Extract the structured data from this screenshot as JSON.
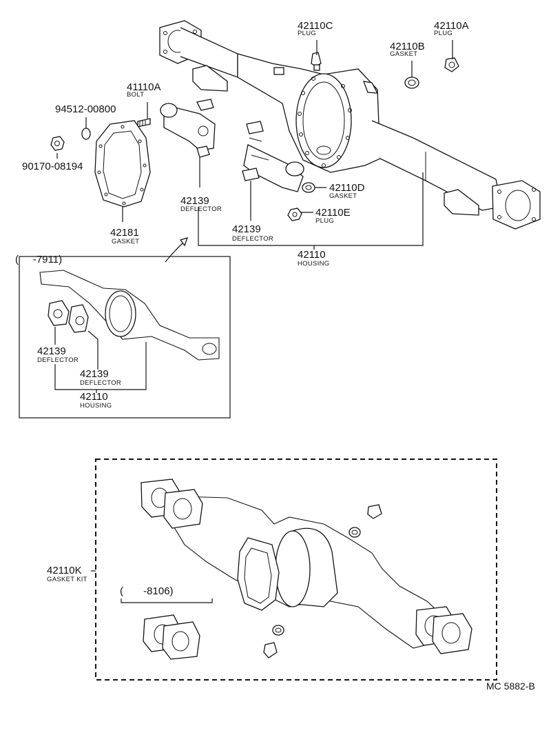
{
  "labels": {
    "p42110c": {
      "num": "42110C",
      "sub": "PLUG"
    },
    "p42110a": {
      "num": "42110A",
      "sub": "PLUG"
    },
    "p42110b": {
      "num": "42110B",
      "sub": "GASKET"
    },
    "p41110a": {
      "num": "41110A",
      "sub": "BOLT"
    },
    "p94512": {
      "num": "94512-00800"
    },
    "p90170": {
      "num": "90170-08194"
    },
    "p42110d": {
      "num": "42110D",
      "sub": "GASKET"
    },
    "p42110e": {
      "num": "42110E",
      "sub": "PLUG"
    },
    "p42139_top1": {
      "num": "42139",
      "sub": "DEFLECTOR"
    },
    "p42139_top2": {
      "num": "42139",
      "sub": "DEFLECTOR"
    },
    "p42181": {
      "num": "42181",
      "sub": "GASKET"
    },
    "p42110_top": {
      "num": "42110",
      "sub": "HOUSING"
    },
    "inset_range": "(     -7911)",
    "p42139_in1": {
      "num": "42139",
      "sub": "DEFLECTOR"
    },
    "p42139_in2": {
      "num": "42139",
      "sub": "DEFLECTOR"
    },
    "p42110_in": {
      "num": "42110",
      "sub": "HOUSING"
    },
    "p42110k": {
      "num": "42110K",
      "sub": "GASKET KIT"
    },
    "kit_range": "(       -8106)",
    "code": "MC 5882-B"
  }
}
